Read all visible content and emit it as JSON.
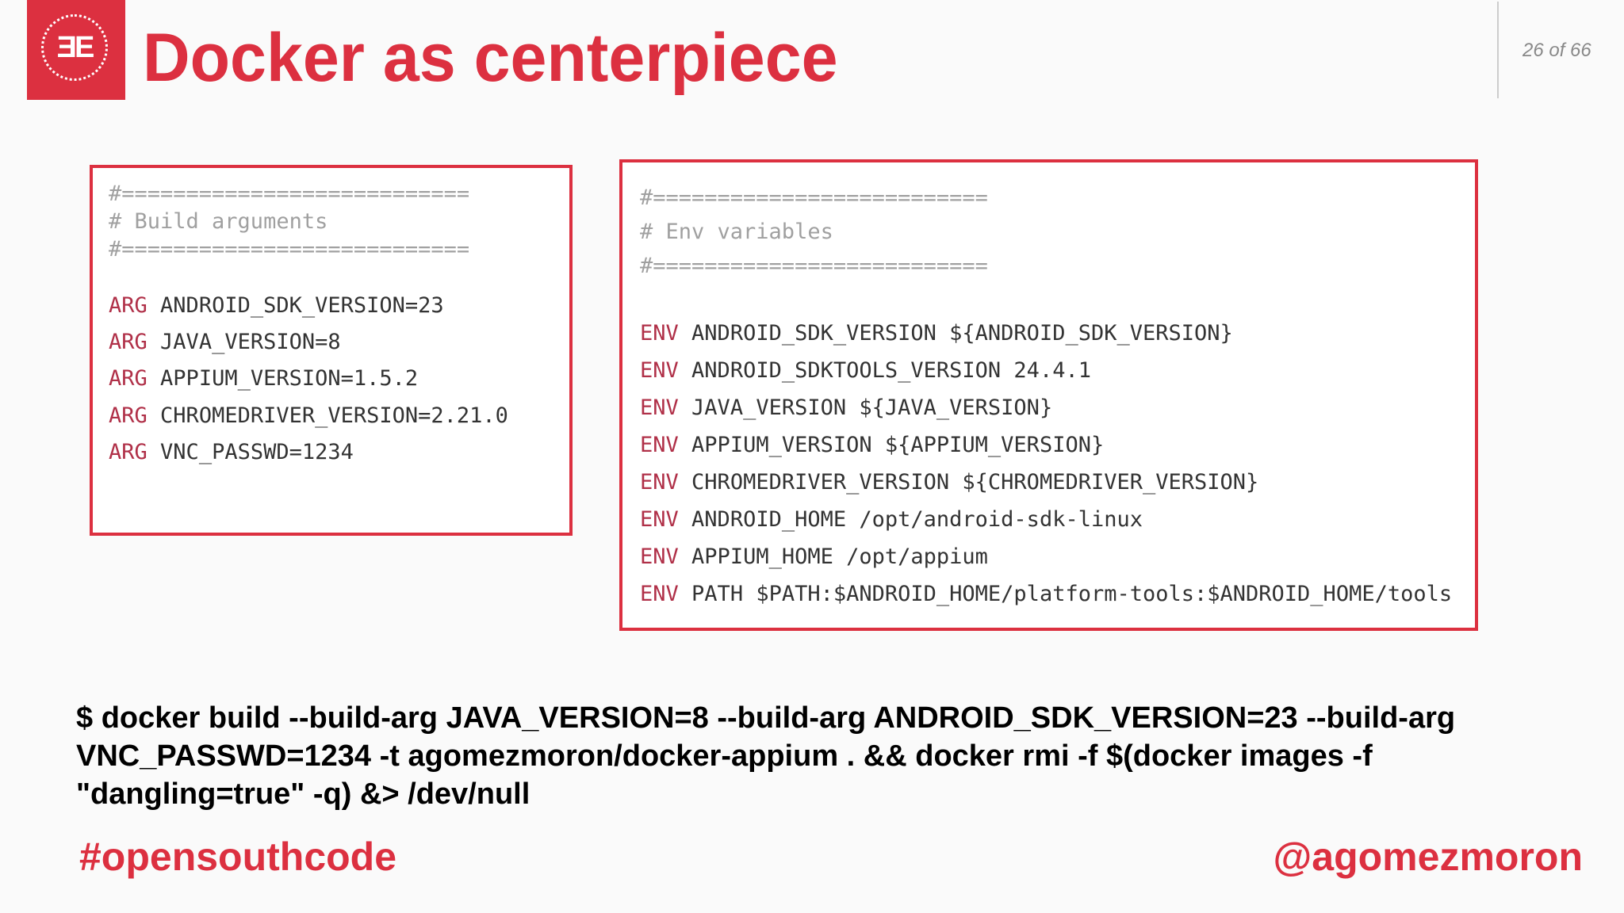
{
  "slide": {
    "logo_text": "ƎE",
    "title": "Docker as centerpiece",
    "page_number": "26 of 66"
  },
  "build_args": {
    "comment_lines": [
      "#===========================",
      "# Build arguments",
      "#==========================="
    ],
    "lines": [
      {
        "keyword": "ARG",
        "text": "ANDROID_SDK_VERSION=23"
      },
      {
        "keyword": "ARG",
        "text": "JAVA_VERSION=8"
      },
      {
        "keyword": "ARG",
        "text": "APPIUM_VERSION=1.5.2"
      },
      {
        "keyword": "ARG",
        "text": "CHROMEDRIVER_VERSION=2.21.0"
      },
      {
        "keyword": "ARG",
        "text": "VNC_PASSWD=1234"
      }
    ]
  },
  "env_vars": {
    "comment_lines": [
      "#==========================",
      "# Env variables",
      "#=========================="
    ],
    "lines": [
      {
        "keyword": "ENV",
        "text": "ANDROID_SDK_VERSION ${ANDROID_SDK_VERSION}"
      },
      {
        "keyword": "ENV",
        "text": "ANDROID_SDKTOOLS_VERSION 24.4.1"
      },
      {
        "keyword": "ENV",
        "text": "JAVA_VERSION ${JAVA_VERSION}"
      },
      {
        "keyword": "ENV",
        "text": "APPIUM_VERSION ${APPIUM_VERSION}"
      },
      {
        "keyword": "ENV",
        "text": "CHROMEDRIVER_VERSION ${CHROMEDRIVER_VERSION}"
      },
      {
        "keyword": "ENV",
        "text": "ANDROID_HOME /opt/android-sdk-linux"
      },
      {
        "keyword": "ENV",
        "text": "APPIUM_HOME /opt/appium"
      },
      {
        "keyword": "ENV",
        "text": "PATH $PATH:$ANDROID_HOME/platform-tools:$ANDROID_HOME/tools"
      }
    ]
  },
  "command": {
    "text": "$ docker build --build-arg JAVA_VERSION=8 --build-arg ANDROID_SDK_VERSION=23 --build-arg VNC_PASSWD=1234 -t agomezmoron/docker-appium . && docker rmi -f $(docker images -f \"dangling=true\" -q) &> /dev/null"
  },
  "footer": {
    "hashtag": "#opensouthcode",
    "handle": "@agomezmoron"
  },
  "colors": {
    "accent": "#dc3040",
    "keyword": "#b03048",
    "comment": "#a0a0a0"
  }
}
